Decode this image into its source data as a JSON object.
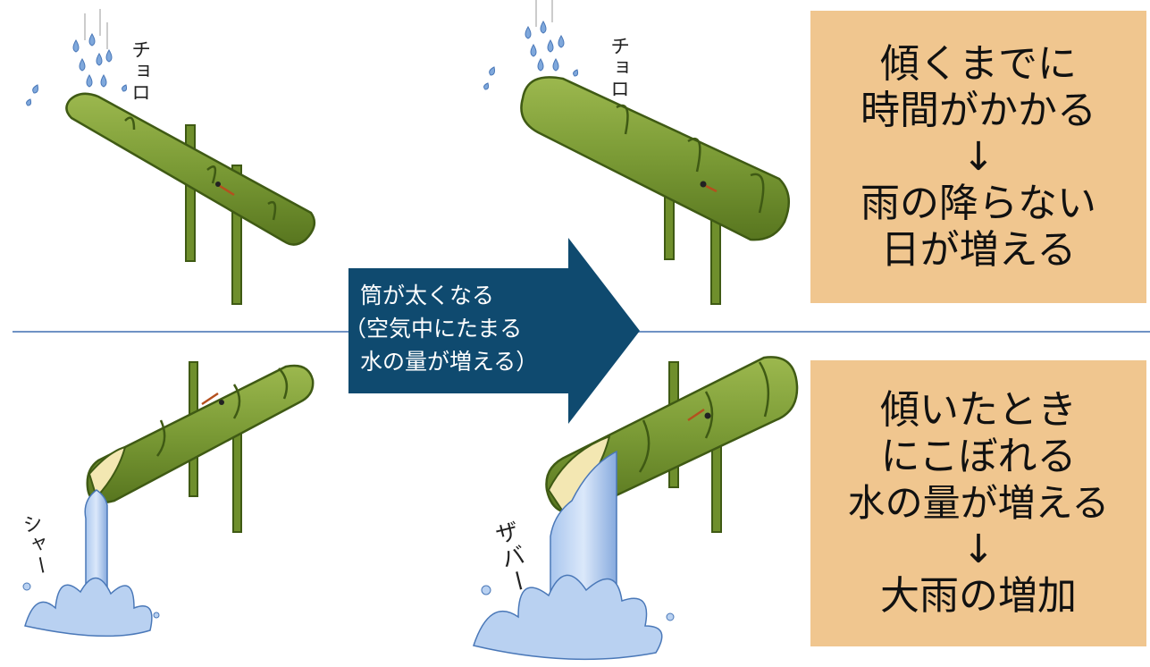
{
  "colors": {
    "bamboo": "#7a9a35",
    "bamboo_dark": "#3f5a14",
    "water": "#8fb4e3",
    "arrow": "#0f4a6f",
    "box": "#f0c68f",
    "divider": "#6f92c4"
  },
  "arrow": {
    "lines": [
      "筒が太くなる",
      "（空気中にたまる",
      "水の量が増える）"
    ]
  },
  "box_top": {
    "lines": [
      "傾くまでに",
      "時間がかかる",
      "↓",
      "雨の降らない",
      "日が増える"
    ]
  },
  "box_bottom": {
    "lines": [
      "傾いたとき",
      "にこぼれる",
      "水の量が増える",
      "↓",
      "大雨の増加"
    ]
  },
  "sounds": {
    "drip_small": "チョロ",
    "drip_large": "チョロ",
    "pour_small": "シャー",
    "pour_large": "ザバー"
  }
}
